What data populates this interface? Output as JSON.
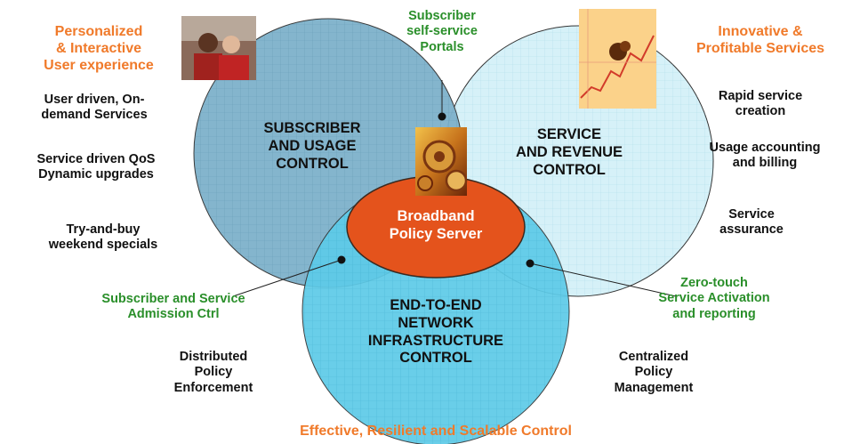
{
  "colors": {
    "orange_text": "#f07a2a",
    "green_text": "#2a8f2a",
    "subscriber_circle": "#7fb2cc",
    "service_circle": "#d6f1f8",
    "infrastructure_circle": "#5ecbe8",
    "policy_server": "#e4531c"
  },
  "left_side": {
    "heading": [
      "Personalized",
      "& Interactive",
      "User experience"
    ],
    "items": [
      [
        "User driven, On-",
        "demand Services"
      ],
      [
        "Service driven QoS",
        "Dynamic upgrades"
      ],
      [
        "Try-and-buy",
        "weekend specials"
      ]
    ]
  },
  "right_side": {
    "heading": [
      "Innovative &",
      "Profitable Services"
    ],
    "items": [
      [
        "Rapid service",
        "creation"
      ],
      [
        "Usage accounting",
        "and billing"
      ],
      [
        "Service",
        "assurance"
      ]
    ]
  },
  "circles": {
    "subscriber": [
      "SUBSCRIBER",
      "AND USAGE",
      "CONTROL"
    ],
    "service": [
      "SERVICE",
      "AND REVENUE",
      "CONTROL"
    ],
    "infrastructure": [
      "END-TO-END",
      "NETWORK",
      "INFRASTRUCTURE",
      "CONTROL"
    ]
  },
  "policy_server": [
    "Broadband",
    "Policy Server"
  ],
  "callouts": {
    "portals": [
      "Subscriber",
      "self-service",
      "Portals"
    ],
    "admission": [
      "Subscriber and Service",
      "Admission Ctrl"
    ],
    "activation": [
      "Zero-touch",
      "Service Activation",
      "and reporting"
    ]
  },
  "bottom": {
    "left": [
      "Distributed",
      "Policy",
      "Enforcement"
    ],
    "right": [
      "Centralized",
      "Policy",
      "Management"
    ],
    "footer": "Effective, Resilient and Scalable Control"
  }
}
